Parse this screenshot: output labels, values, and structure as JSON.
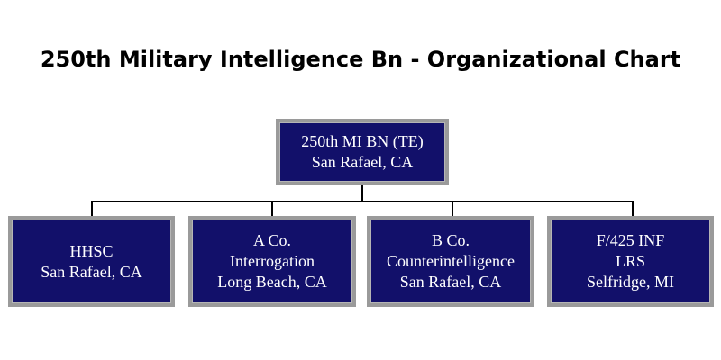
{
  "title": "250th Military Intelligence Bn - Organizational Chart",
  "colors": {
    "box_fill": "#12106a",
    "box_border": "#9a9a9a",
    "box_text": "#ffffff",
    "connector": "#000000"
  },
  "root": {
    "line1": "250th MI BN (TE)",
    "line2": "San Rafael, CA"
  },
  "units": [
    {
      "line1": "HHSC",
      "line2": "San Rafael, CA",
      "line3": ""
    },
    {
      "line1": "A Co.",
      "line2": "Interrogation",
      "line3": "Long Beach, CA"
    },
    {
      "line1": "B Co.",
      "line2": "Counterintelligence",
      "line3": "San Rafael, CA"
    },
    {
      "line1": "F/425 INF",
      "line2": "LRS",
      "line3": "Selfridge, MI"
    }
  ]
}
